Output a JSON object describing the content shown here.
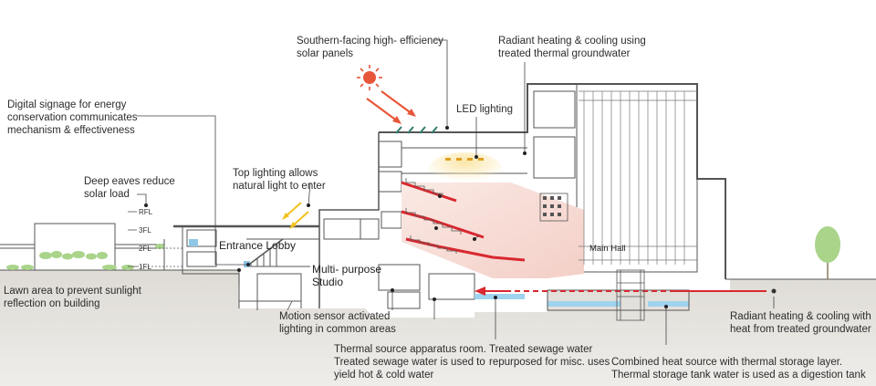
{
  "annotations": {
    "solar_panels": "Southern-facing high- efficiency\nsolar panels",
    "radiant_top": "Radiant heating & cooling using\ntreated thermal groundwater",
    "digital_signage": "Digital signage for energy\nconservation communicates\nmechanism & effectiveness",
    "led_lighting": "LED lighting",
    "deep_eaves": "Deep eaves reduce\nsolar load",
    "top_lighting": "Top lighting allows\nnatural light to enter",
    "lawn": "Lawn area to prevent sunlight\nreflection on building",
    "motion_sensor": "Motion sensor activated\nlighting in common areas",
    "thermal_source": "Thermal source apparatus room.\nTreated sewage water is used to\nyield hot & cold water",
    "treated_sewage": "Treated sewage water\nrepurposed for misc. uses",
    "combined_heat": "Combined heat source with thermal storage layer.\nThermal storage tank water is used as a digestion tank",
    "radiant_bottom": "Radiant heating & cooling with\nheat from treated groundwater"
  },
  "levels": {
    "rfl": "RFL",
    "fl3": "3FL",
    "fl2": "2FL",
    "fl1": "1FL"
  },
  "rooms": {
    "entrance_lobby": "Entrance Lobby",
    "multipurpose": "Multi- purpose\nStudio",
    "main_hall": "Main Hall"
  },
  "colors": {
    "sun": "#e8563a",
    "arrow_sun": "#e8563a",
    "groundwater_line": "#d9282f",
    "top_light_arrows": "#f2c21b",
    "led_glow": "#f6e2a6",
    "hall_tint": "#f7dcd6",
    "ground": "#dcd9d3",
    "water": "#9fd3ee",
    "tree": "#a9d48a",
    "leader": "#444444"
  },
  "icons": [
    "sun-icon",
    "tree-icon",
    "solar-panel-icon"
  ]
}
